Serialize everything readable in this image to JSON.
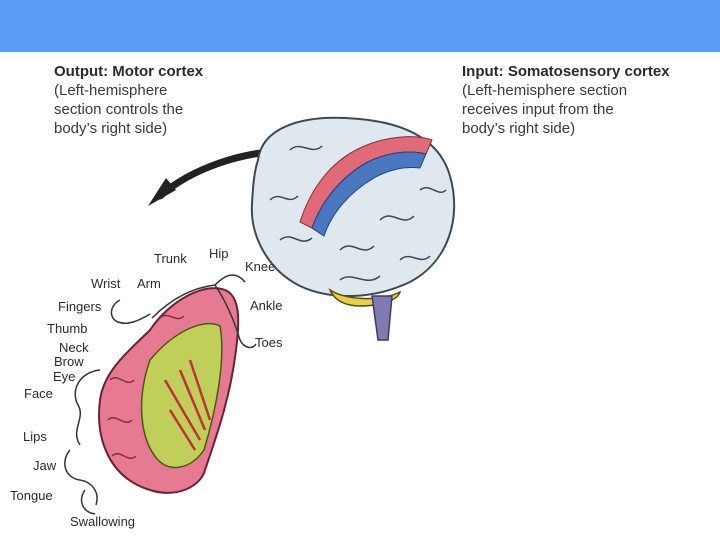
{
  "motor_caption": {
    "title": "Output: Motor cortex",
    "lines": [
      "(Left-hemisphere",
      "section controls the",
      "body’s right side)"
    ]
  },
  "sensory_caption": {
    "title": "Input: Somatosensory cortex",
    "lines": [
      "(Left-hemisphere section",
      "receives input from the",
      "body’s right side)"
    ]
  },
  "body_labels": {
    "trunk": "Trunk",
    "hip": "Hip",
    "knee": "Knee",
    "wrist": "Wrist",
    "arm": "Arm",
    "ankle": "Ankle",
    "fingers": "Fingers",
    "thumb": "Thumb",
    "toes": "Toes",
    "neck": "Neck",
    "brow": "Brow",
    "eye": "Eye",
    "face": "Face",
    "lips": "Lips",
    "jaw": "Jaw",
    "tongue": "Tongue",
    "swallowing": "Swallowing"
  },
  "colors": {
    "header_band": "#5b9cf8",
    "motor_strip": "#e06a78",
    "sensory_strip": "#4a78c0",
    "brain": "#dfe8ee",
    "brainstem": "#7f7ab0"
  }
}
